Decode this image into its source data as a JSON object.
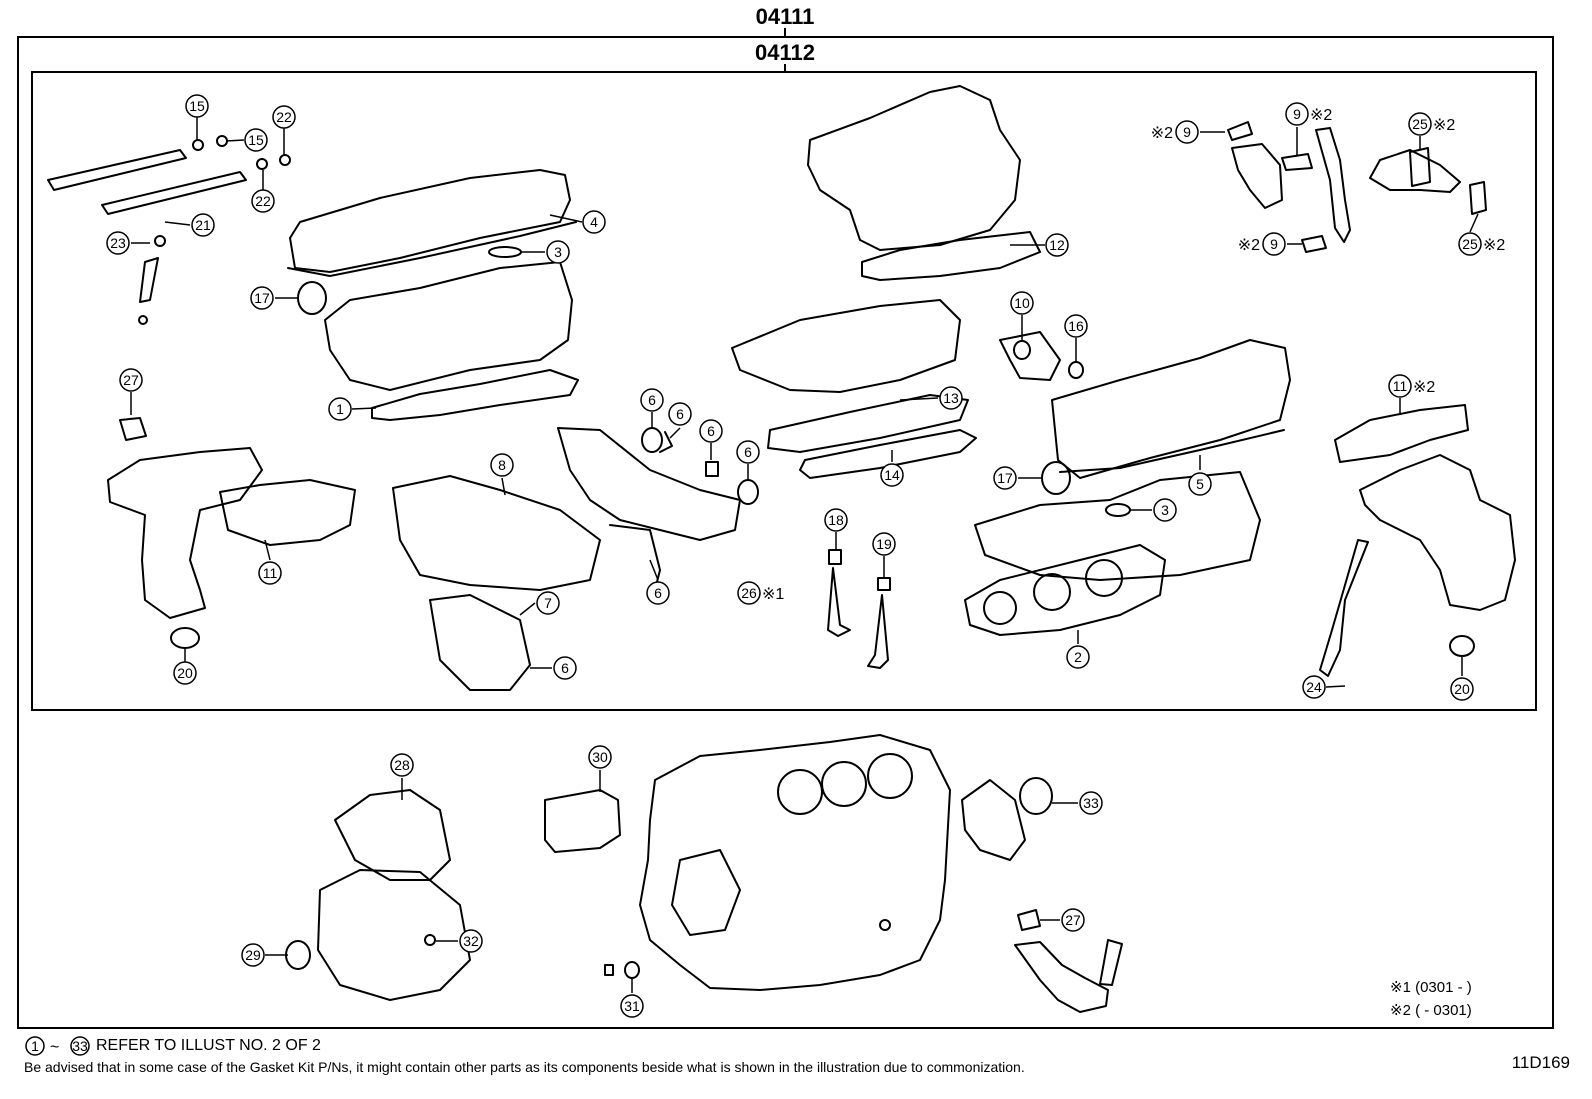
{
  "kits": {
    "outer": {
      "code": "04111"
    },
    "inner": {
      "code": "04112"
    }
  },
  "callouts": [
    {
      "num": "15",
      "suffix": ""
    },
    {
      "num": "15",
      "suffix": ""
    },
    {
      "num": "22",
      "suffix": ""
    },
    {
      "num": "22",
      "suffix": ""
    },
    {
      "num": "21",
      "suffix": ""
    },
    {
      "num": "23",
      "suffix": ""
    },
    {
      "num": "4",
      "suffix": ""
    },
    {
      "num": "3",
      "suffix": ""
    },
    {
      "num": "17",
      "suffix": ""
    },
    {
      "num": "1",
      "suffix": ""
    },
    {
      "num": "27",
      "suffix": ""
    },
    {
      "num": "11",
      "suffix": ""
    },
    {
      "num": "20",
      "suffix": ""
    },
    {
      "num": "8",
      "suffix": ""
    },
    {
      "num": "7",
      "suffix": ""
    },
    {
      "num": "6",
      "suffix": ""
    },
    {
      "num": "6",
      "suffix": ""
    },
    {
      "num": "6",
      "suffix": ""
    },
    {
      "num": "6",
      "suffix": ""
    },
    {
      "num": "6",
      "suffix": ""
    },
    {
      "num": "6",
      "suffix": ""
    },
    {
      "num": "26",
      "suffix": "※1"
    },
    {
      "num": "12",
      "suffix": ""
    },
    {
      "num": "10",
      "suffix": ""
    },
    {
      "num": "16",
      "suffix": ""
    },
    {
      "num": "13",
      "suffix": ""
    },
    {
      "num": "14",
      "suffix": ""
    },
    {
      "num": "18",
      "suffix": ""
    },
    {
      "num": "19",
      "suffix": ""
    },
    {
      "num": "17",
      "suffix": ""
    },
    {
      "num": "3",
      "suffix": ""
    },
    {
      "num": "5",
      "suffix": ""
    },
    {
      "num": "2",
      "suffix": ""
    },
    {
      "num": "9",
      "suffix": "※2",
      "prefix": true
    },
    {
      "num": "9",
      "suffix": "※2"
    },
    {
      "num": "9",
      "suffix": "※2",
      "prefix": true
    },
    {
      "num": "25",
      "suffix": "※2"
    },
    {
      "num": "25",
      "suffix": "※2"
    },
    {
      "num": "11",
      "suffix": "※2"
    },
    {
      "num": "24",
      "suffix": ""
    },
    {
      "num": "20",
      "suffix": ""
    },
    {
      "num": "28",
      "suffix": ""
    },
    {
      "num": "30",
      "suffix": ""
    },
    {
      "num": "33",
      "suffix": ""
    },
    {
      "num": "29",
      "suffix": ""
    },
    {
      "num": "32",
      "suffix": ""
    },
    {
      "num": "31",
      "suffix": ""
    },
    {
      "num": "27",
      "suffix": ""
    }
  ],
  "notes": {
    "note1": "※1 (0301 -        )",
    "note2": "※2 (        - 0301)"
  },
  "footer": {
    "range_start": "1",
    "range_end": "33",
    "refer_text": "REFER TO ILLUST NO. 2 OF 2",
    "advice": "Be advised that in some case of the Gasket Kit P/Ns,  it might contain other parts as its components beside what is shown in the illustration due to commonization.",
    "illustration_code": "11D169"
  }
}
